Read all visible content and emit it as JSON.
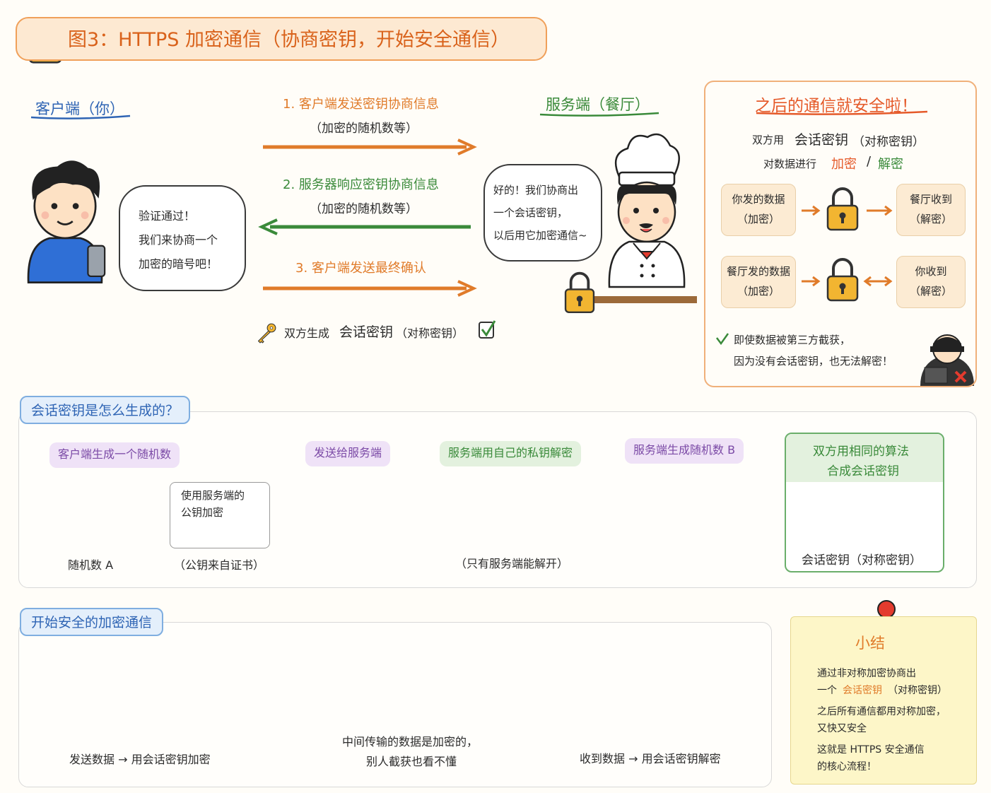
{
  "title": "图3：HTTPS 加密通信（协商密钥，开始安全通信）",
  "client": {
    "label": "客户端（你）",
    "bubble": [
      "验证通过！",
      "我们来协商一个",
      "加密的暗号吧！"
    ]
  },
  "server": {
    "label": "服务端（餐厅）",
    "bubble": [
      "好的！我们协商出",
      "一个会话密钥，",
      "以后用它加密通信~"
    ]
  },
  "steps": [
    {
      "title": "1. 客户端发送密钥协商信息",
      "sub": "（加密的随机数等）",
      "color": "#e07b2a"
    },
    {
      "title": "2. 服务器响应密钥协商信息",
      "sub": "（加密的随机数等）",
      "color": "#3a8a3a"
    },
    {
      "title": "3. 客户端发送最终确认",
      "sub": "",
      "color": "#e07b2a"
    }
  ],
  "session_result": {
    "prefix": "双方生成",
    "key": "会话密钥",
    "suffix": "（对称密钥）"
  },
  "secure_panel": {
    "title": "之后的通信就安全啦！",
    "line1_prefix": "双方用",
    "line1_key": "会话密钥",
    "line1_suffix": "（对称密钥）",
    "line2_prefix": "对数据进行",
    "line2_encrypt": "加密",
    "line2_sep": "/",
    "line2_decrypt": "解密",
    "row1": {
      "left": [
        "你发的数据",
        "（加密）"
      ],
      "right": [
        "餐厅收到",
        "（解密）"
      ]
    },
    "row2": {
      "left": [
        "餐厅发的数据",
        "（加密）"
      ],
      "right": [
        "你收到",
        "（解密）"
      ]
    },
    "note": [
      "即使数据被第三方截获，",
      "因为没有会话密钥，也无法解密！"
    ]
  },
  "generation": {
    "title": "会话密钥是怎么生成的？",
    "client_tag": "客户端生成一个随机数",
    "random_a": "随机数 A",
    "pubkey_box": [
      "使用服务端的",
      "公钥加密"
    ],
    "pubkey_note": "（公钥来自证书）",
    "send_tag": "发送给服务端",
    "server_tag": "服务端用自己的私钥解密",
    "private_note": "（只有服务端能解开）",
    "random_b_tag": "服务端生成随机数 B",
    "result": [
      "双方用相同的算法",
      "合成会话密钥"
    ],
    "result_label": "会话密钥（对称密钥）"
  },
  "secure_comm": {
    "title": "开始安全的加密通信",
    "send_label": "发送数据 → 用会话密钥加密",
    "middle_label": [
      "中间传输的数据是加密的，",
      "别人截获也看不懂"
    ],
    "receive_label": "收到数据 → 用会话密钥解密"
  },
  "summary": {
    "title": "小结",
    "items": [
      {
        "lines": [
          "通过非对称加密协商出",
          "一个"
        ],
        "key": "会话密钥",
        "suffix": "（对称密钥）"
      },
      {
        "lines": [
          "之后所有通信都用对称加密，",
          "又快又安全"
        ]
      },
      {
        "lines": [
          "这就是 HTTPS 安全通信",
          "的核心流程！"
        ]
      }
    ]
  },
  "colors": {
    "orange": "#e07b2a",
    "green": "#3a8a3a",
    "blue": "#2e64b4",
    "purple": "#7b4aa6",
    "lock": "#f2b531"
  }
}
